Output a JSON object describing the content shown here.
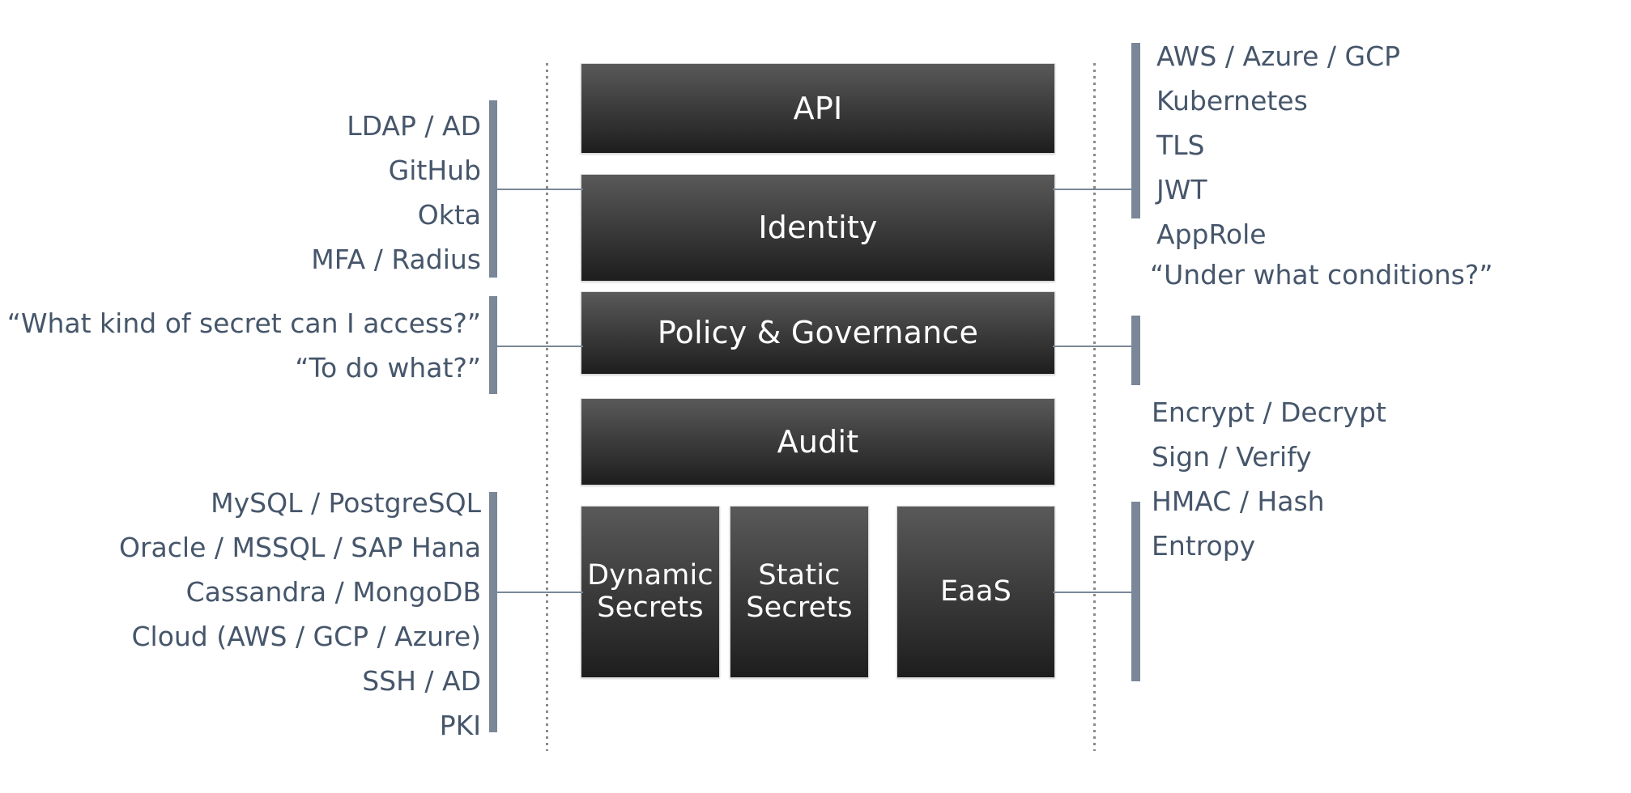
{
  "diagram": {
    "title": "Secrets Management Platform Architecture",
    "colors": {
      "box_gradient_top": "#595959",
      "box_gradient_bottom": "#1d1d1d",
      "box_text": "#ffffff",
      "label_text": "#46566b",
      "rail": "#7a8798",
      "connector": "#7a8798",
      "dotted_guide": "#8b8b8b",
      "background": "#ffffff"
    },
    "core_boxes": [
      {
        "id": "api",
        "label": "API"
      },
      {
        "id": "identity",
        "label": "Identity"
      },
      {
        "id": "policy",
        "label": "Policy & Governance"
      },
      {
        "id": "audit",
        "label": "Audit"
      }
    ],
    "engine_boxes": [
      {
        "id": "dynamic",
        "label": "Dynamic\nSecrets"
      },
      {
        "id": "static",
        "label": "Static\nSecrets"
      },
      {
        "id": "eaas",
        "label": "EaaS"
      }
    ],
    "left_groups": {
      "identity": {
        "items": [
          "LDAP / AD",
          "GitHub",
          "Okta",
          "MFA / Radius"
        ]
      },
      "policy": {
        "items": [
          "“What kind of secret can I access?”",
          "“To do what?”"
        ]
      },
      "secrets": {
        "items": [
          "MySQL / PostgreSQL",
          "Oracle / MSSQL / SAP Hana",
          "Cassandra / MongoDB",
          "Cloud (AWS / GCP / Azure)",
          "SSH / AD",
          "PKI"
        ]
      }
    },
    "right_groups": {
      "identity": {
        "items": [
          "AWS / Azure / GCP",
          "Kubernetes",
          "TLS",
          "JWT",
          "AppRole"
        ]
      },
      "policy": {
        "items": [
          "“Under what conditions?”"
        ]
      },
      "secrets": {
        "items": [
          "Encrypt / Decrypt",
          "Sign / Verify",
          "HMAC / Hash",
          "Entropy"
        ]
      }
    }
  }
}
